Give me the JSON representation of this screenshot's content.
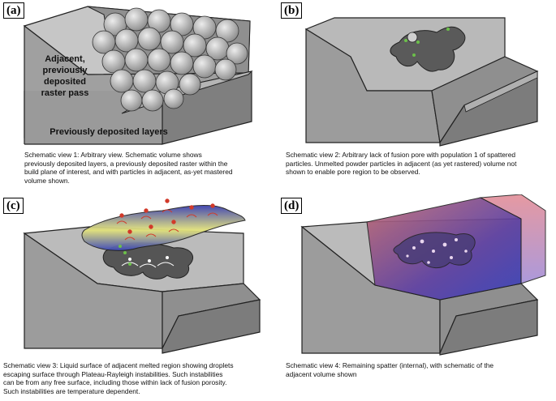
{
  "panels": [
    {
      "label": "(a)",
      "annotations": {
        "adjacent_line1": "Adjacent,",
        "adjacent_line2": "previously",
        "adjacent_line3": "deposited",
        "adjacent_line4": "raster pass",
        "layers": "Previously deposited layers"
      },
      "caption_lines": [
        "Schematic view 1: Arbitrary view.  Schematic volume shows",
        "previously deposited layers, a previously deposited raster within the",
        "build plane of interest, and with particles in adjacent, as-yet mastered",
        "volume shown."
      ]
    },
    {
      "label": "(b)",
      "caption_lines": [
        "Schematic view 2: Arbitrary lack of fusion pore with population 1 of spattered",
        "particles. Unmelted powder particles in adjacent (as yet rastered) volume not",
        "shown to enable pore region to be observed."
      ]
    },
    {
      "label": "(c)",
      "caption_lines": [
        "Schematic view 3: Liquid surface of adjacent melted region showing droplets",
        "escaping surface through Plateau-Rayleigh instabilities.  Such instabilities",
        "can be from any free surface, including those within lack of fusion porosity.",
        "Such instabilities are temperature dependent."
      ]
    },
    {
      "label": "(d)",
      "caption_lines": [
        "Schematic view 4: Remaining spatter (internal), with schematic of the",
        "adjacent volume shown"
      ]
    }
  ],
  "colors": {
    "block_front": "#9a9a9a",
    "block_top": "#c4c4c4",
    "block_side": "#7d7d7d",
    "pore": "#555555",
    "spatter_green": "#6cc04a",
    "droplet_red": "#d23a2a"
  }
}
